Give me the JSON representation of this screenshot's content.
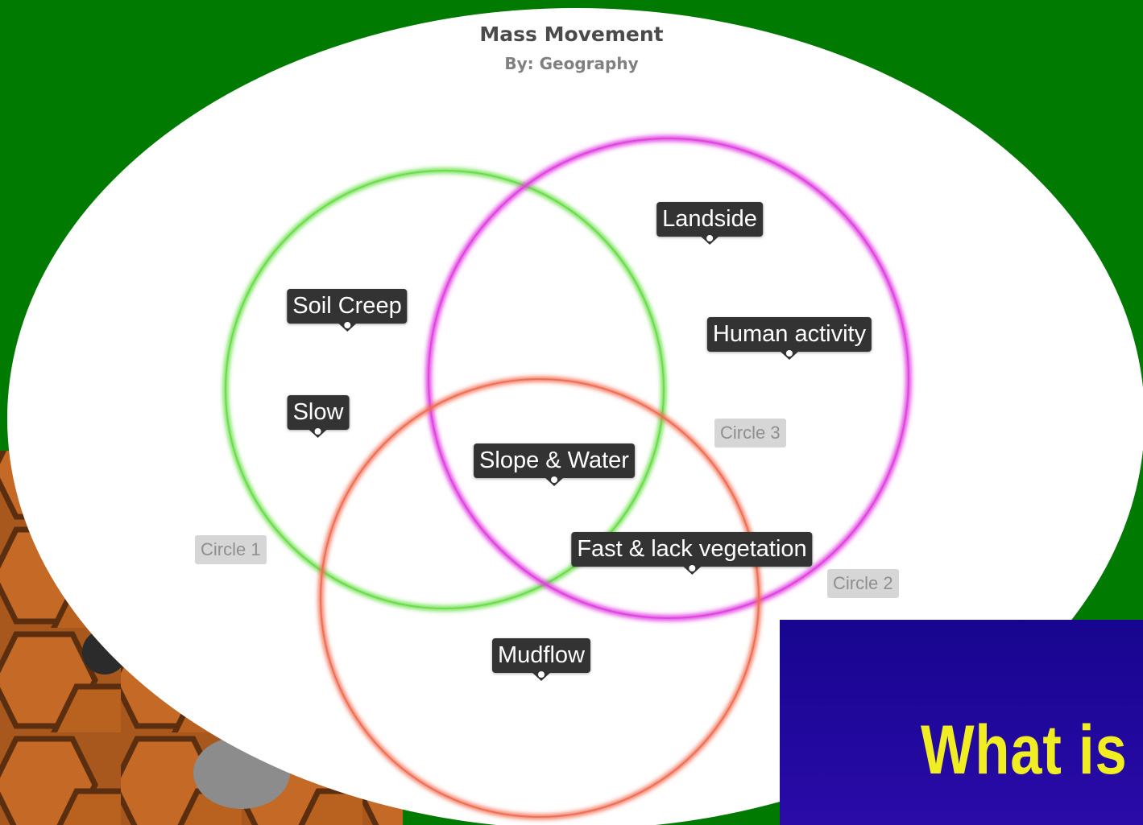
{
  "diagram": {
    "title": "Mass Movement",
    "subtitle": "By: Geography",
    "circles": [
      {
        "label": "Circle 1",
        "color": "#66dd44"
      },
      {
        "label": "Circle 2",
        "color": "#e040e0"
      },
      {
        "label": "Circle 3",
        "color": "#f06a50"
      }
    ],
    "items": [
      {
        "text": "Soil Creep"
      },
      {
        "text": "Slow"
      },
      {
        "text": "Landside"
      },
      {
        "text": "Human activity"
      },
      {
        "text": "Slope & Water"
      },
      {
        "text": "Fast & lack vegetation"
      },
      {
        "text": "Mudflow"
      }
    ]
  },
  "background": {
    "green": "#007a00",
    "slide_text": "What is"
  }
}
